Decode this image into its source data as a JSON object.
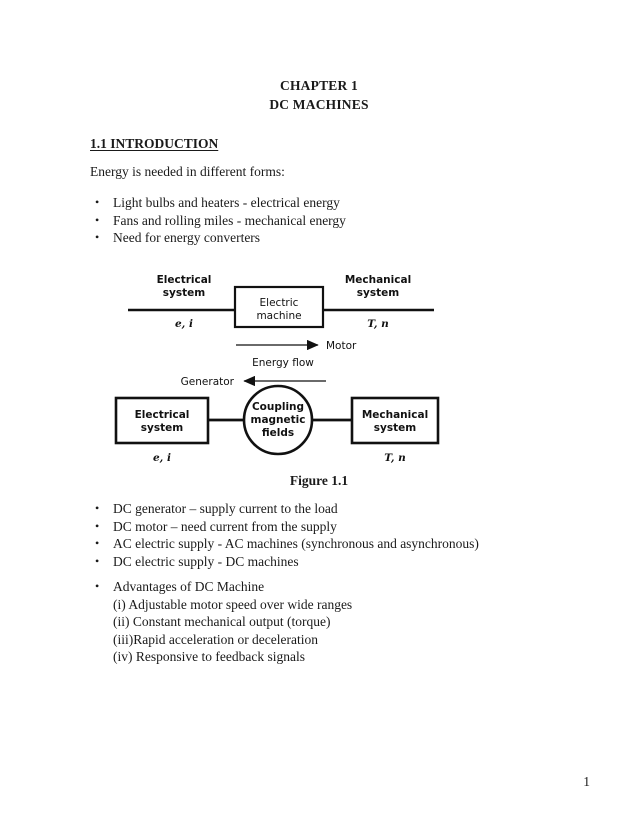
{
  "document": {
    "chapter_label": "CHAPTER 1",
    "chapter_title": "DC MACHINES",
    "section_title": "1.1 INTRODUCTION",
    "intro_line": "Energy is needed in different forms:",
    "page_number": "1"
  },
  "energy_bullets": [
    {
      "text": "Light bulbs and heaters - electrical energy"
    },
    {
      "text": "Fans and rolling miles - mechanical energy"
    },
    {
      "text": "Need for energy converters"
    }
  ],
  "figure": {
    "caption": "Figure 1.1",
    "top_diagram": {
      "left_label_line1": "Electrical",
      "left_label_line2": "system",
      "left_symbols": "e, i",
      "center_box_line1": "Electric",
      "center_box_line2": "machine",
      "right_label_line1": "Mechanical",
      "right_label_line2": "system",
      "right_symbols": "T, n",
      "motor_label": "Motor",
      "energy_flow_label": "Energy flow",
      "generator_label": "Generator"
    },
    "bottom_diagram": {
      "left_box_line1": "Electrical",
      "left_box_line2": "system",
      "left_symbols": "e, i",
      "circle_line1": "Coupling",
      "circle_line2": "magnetic",
      "circle_line3": "fields",
      "right_box_line1": "Mechanical",
      "right_box_line2": "system",
      "right_symbols": "T, n"
    }
  },
  "machine_bullets": [
    {
      "text": "DC generator – supply current to the load"
    },
    {
      "text": "DC motor – need current from the supply"
    },
    {
      "text": "AC electric supply - AC machines (synchronous and asynchronous)"
    },
    {
      "text": "DC electric supply - DC machines"
    }
  ],
  "advantages": {
    "heading": "Advantages of DC Machine",
    "items": [
      "(i) Adjustable motor speed over wide ranges",
      "(ii) Constant mechanical output (torque)",
      "(iii)Rapid acceleration or deceleration",
      "(iv) Responsive to feedback signals"
    ]
  }
}
